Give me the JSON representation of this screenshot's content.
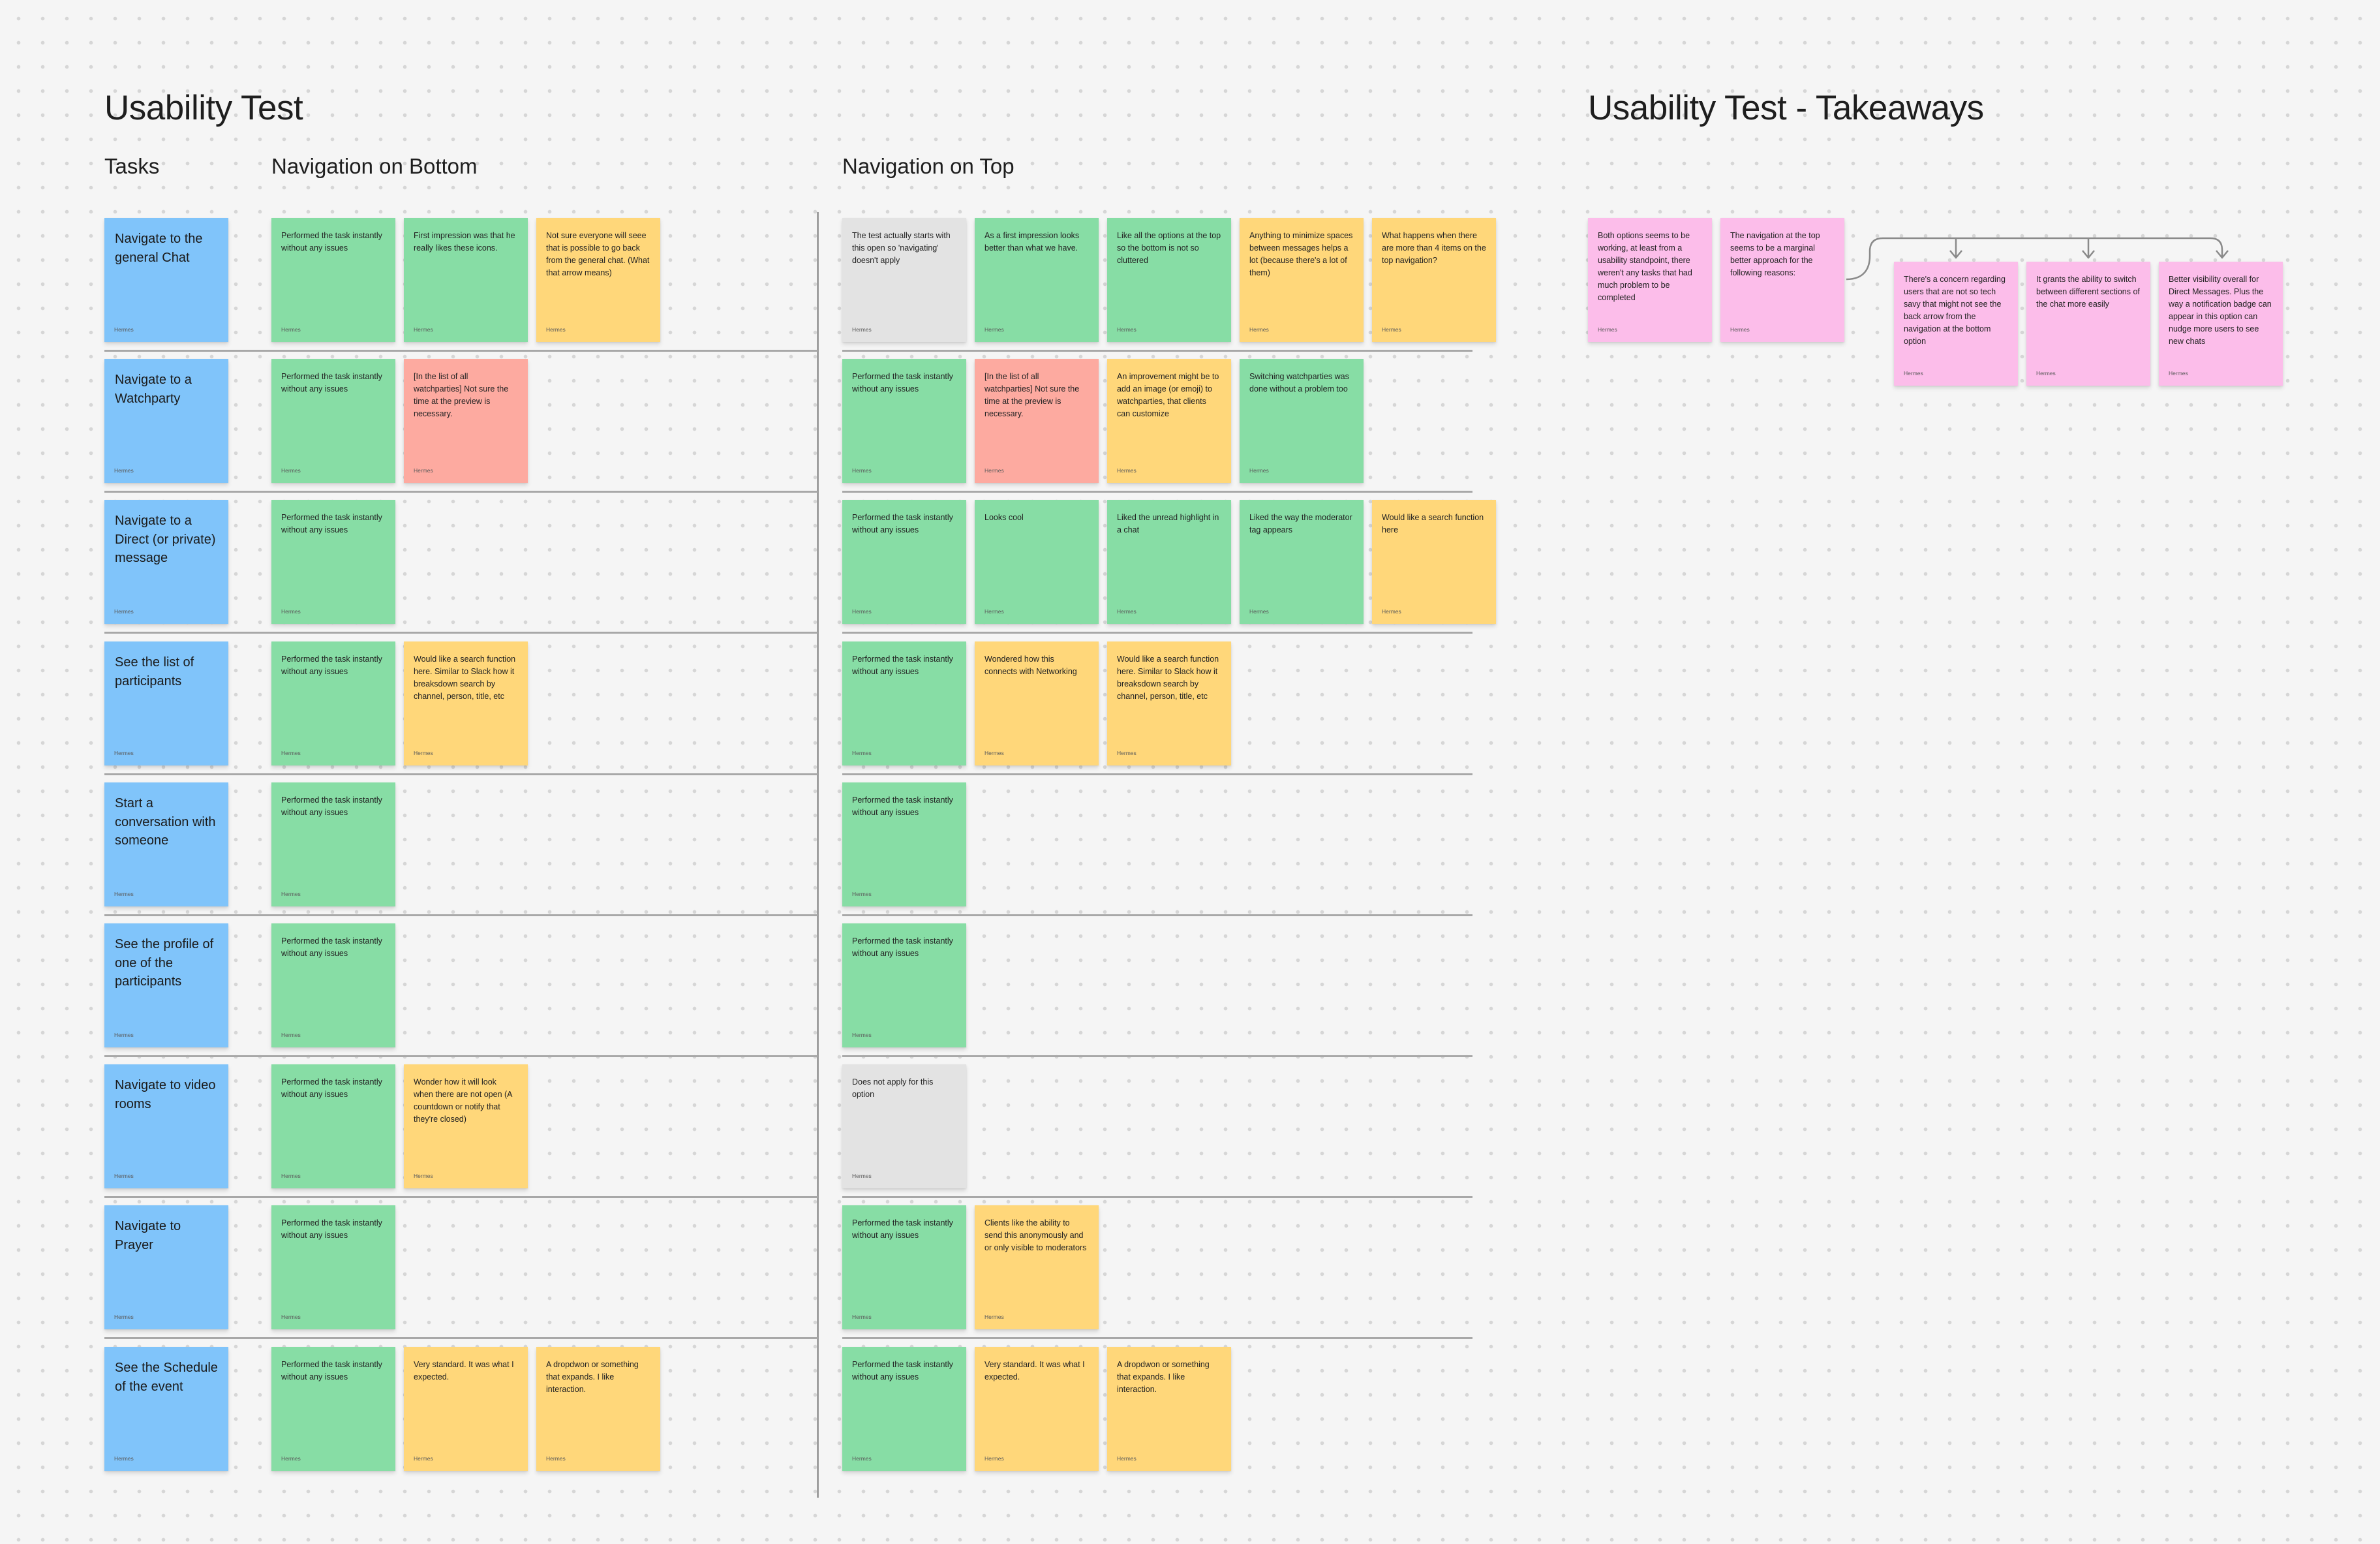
{
  "titles": {
    "usability_test": "Usability Test",
    "takeaways": "Usability Test - Takeaways"
  },
  "columns": {
    "tasks": "Tasks",
    "nav_bottom": "Navigation on Bottom",
    "nav_top": "Navigation on Top"
  },
  "author": "Hermes",
  "colors": {
    "task": "#80c4fa",
    "success": "#87dda5",
    "comment": "#ffd77a",
    "issue": "#fdaaa0",
    "not_applicable": "#e3e3e3",
    "takeaway": "#fcbdea"
  },
  "rows": [
    {
      "task": "Navigate to the general Chat",
      "bottom": [
        {
          "color": "green",
          "text": "Performed the task instantly without any issues"
        },
        {
          "color": "green",
          "text": "First impression was that he really likes these icons."
        },
        {
          "color": "yellow",
          "text": "Not sure everyone will seee that is possible to go back from the general chat. (What that arrow means)"
        }
      ],
      "top": [
        {
          "color": "gray",
          "text": "The test actually starts with this open so 'navigating' doesn't apply"
        },
        {
          "color": "green",
          "text": "As a first impression looks better than what we have."
        },
        {
          "color": "green",
          "text": "Like all the options at the top so the bottom is not so cluttered"
        },
        {
          "color": "yellow",
          "text": "Anything to minimize spaces between messages helps a lot (because there's a lot of them)"
        },
        {
          "color": "yellow",
          "text": "What happens when there are more than 4 items on the top navigation?"
        }
      ]
    },
    {
      "task": "Navigate to a Watchparty",
      "bottom": [
        {
          "color": "green",
          "text": "Performed the task instantly without any issues"
        },
        {
          "color": "red",
          "text": "[In the list of all watchparties] Not sure the time at the preview is necessary."
        }
      ],
      "top": [
        {
          "color": "green",
          "text": "Performed the task instantly without any issues"
        },
        {
          "color": "red",
          "text": "[In the list of all watchparties] Not sure the time at the preview is necessary."
        },
        {
          "color": "yellow",
          "text": "An improvement might be to add an image (or emoji) to watchparties, that clients can customize"
        },
        {
          "color": "green",
          "text": "Switching watchparties was done without a problem too"
        }
      ]
    },
    {
      "task": "Navigate to a Direct (or private) message",
      "bottom": [
        {
          "color": "green",
          "text": "Performed the task instantly without any issues"
        }
      ],
      "top": [
        {
          "color": "green",
          "text": "Performed the task instantly without any issues"
        },
        {
          "color": "green",
          "text": "Looks cool"
        },
        {
          "color": "green",
          "text": "Liked the unread highlight in a chat"
        },
        {
          "color": "green",
          "text": "Liked the way the moderator tag appears"
        },
        {
          "color": "yellow",
          "text": "Would like a search function here"
        }
      ]
    },
    {
      "task": "See the list of participants",
      "bottom": [
        {
          "color": "green",
          "text": "Performed the task instantly without any issues"
        },
        {
          "color": "yellow",
          "text": "Would like a search function here. Similar to Slack how it breaksdown search by channel, person, title, etc"
        }
      ],
      "top": [
        {
          "color": "green",
          "text": "Performed the task instantly without any issues"
        },
        {
          "color": "yellow",
          "text": "Wondered how this connects with Networking"
        },
        {
          "color": "yellow",
          "text": "Would like a search function here. Similar to Slack how it breaksdown search by channel, person, title, etc"
        }
      ]
    },
    {
      "task": "Start a conversation with someone",
      "bottom": [
        {
          "color": "green",
          "text": "Performed the task instantly without any issues"
        }
      ],
      "top": [
        {
          "color": "green",
          "text": "Performed the task instantly without any issues"
        }
      ]
    },
    {
      "task": "See the profile of one of the participants",
      "bottom": [
        {
          "color": "green",
          "text": "Performed the task instantly without any issues"
        }
      ],
      "top": [
        {
          "color": "green",
          "text": "Performed the task instantly without any issues"
        }
      ]
    },
    {
      "task": "Navigate to video rooms",
      "bottom": [
        {
          "color": "green",
          "text": "Performed the task instantly without any issues"
        },
        {
          "color": "yellow",
          "text": "Wonder how it will look when there are not open (A countdown or notify that they're closed)"
        }
      ],
      "top": [
        {
          "color": "gray",
          "text": "Does not apply for this option"
        }
      ]
    },
    {
      "task": "Navigate to Prayer",
      "bottom": [
        {
          "color": "green",
          "text": "Performed the task instantly without any issues"
        }
      ],
      "top": [
        {
          "color": "green",
          "text": "Performed the task instantly without any issues"
        },
        {
          "color": "yellow",
          "text": "Clients like the ability to send this anonymously and or only visible to moderators"
        }
      ]
    },
    {
      "task": "See the Schedule of the event",
      "bottom": [
        {
          "color": "green",
          "text": "Performed the task instantly without any issues"
        },
        {
          "color": "yellow",
          "text": "Very standard. It was what I expected."
        },
        {
          "color": "yellow",
          "text": "A dropdwon or something that expands. I like interaction."
        }
      ],
      "top": [
        {
          "color": "green",
          "text": "Performed the task instantly without any issues"
        },
        {
          "color": "yellow",
          "text": "Very standard. It was what I expected."
        },
        {
          "color": "yellow",
          "text": "A dropdwon or something that expands. I like interaction."
        }
      ]
    }
  ],
  "takeaways": {
    "main": [
      {
        "text": "Both options seems to be working, at least from a usability standpoint, there weren't any tasks that had much problem to be completed"
      },
      {
        "text": "The navigation at the top seems to be a marginal better approach for the following reasons:"
      }
    ],
    "reasons": [
      {
        "text": "There's a concern regarding users that are not so tech savy that might not see the back arrow from the navigation at the bottom option"
      },
      {
        "text": "It grants the ability to switch between different sections of the chat more easily"
      },
      {
        "text": "Better visibility overall for Direct Messages. Plus the way a notification badge can appear in this option can nudge more users to see new chats"
      }
    ]
  }
}
